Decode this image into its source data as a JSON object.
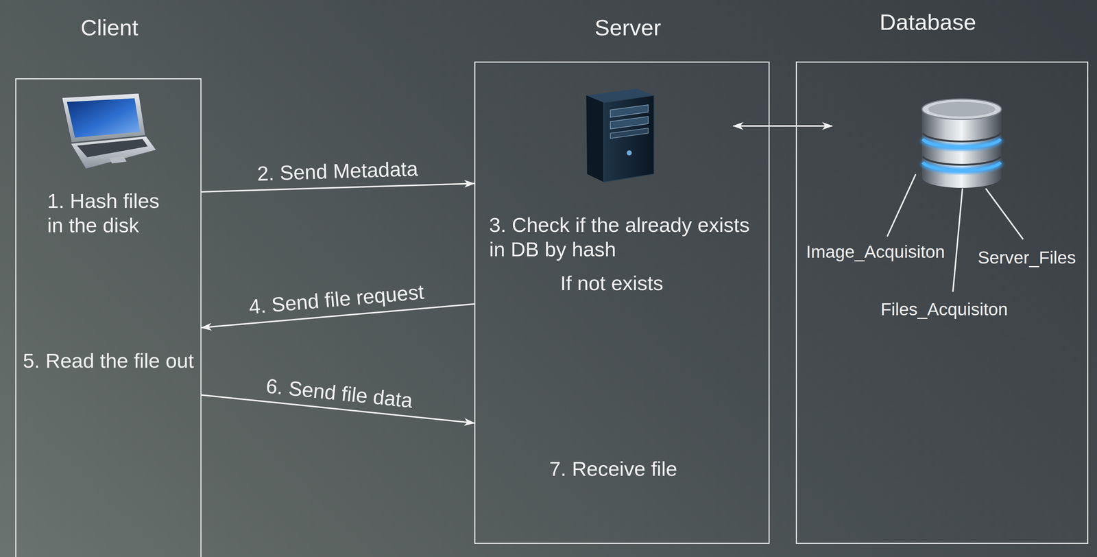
{
  "diagram": {
    "nodes": [
      {
        "text": [
          "Client",
          "1. Hash files in the disk",
          "5. Read the file out"
        ]
      },
      {
        "text": [
          "Server",
          "3. Check if the already exists in DB by hash",
          "If not exists",
          "7. Receive file"
        ]
      },
      {
        "text": [
          "Database"
        ]
      }
    ],
    "edges": [
      {
        "from": 0,
        "to": 1,
        "label": "2. Send Metadata",
        "arrow": "to"
      },
      {
        "from": 1,
        "to": 0,
        "label": "4. Send file request",
        "arrow": "to"
      },
      {
        "from": 0,
        "to": 1,
        "label": "6. Send file data",
        "arrow": "to"
      },
      {
        "from": 1,
        "to": 2,
        "arrow": "both"
      }
    ],
    "labels": [
      "Image_Acquisiton",
      "Files_Acquisiton",
      "Server_Files"
    ]
  }
}
